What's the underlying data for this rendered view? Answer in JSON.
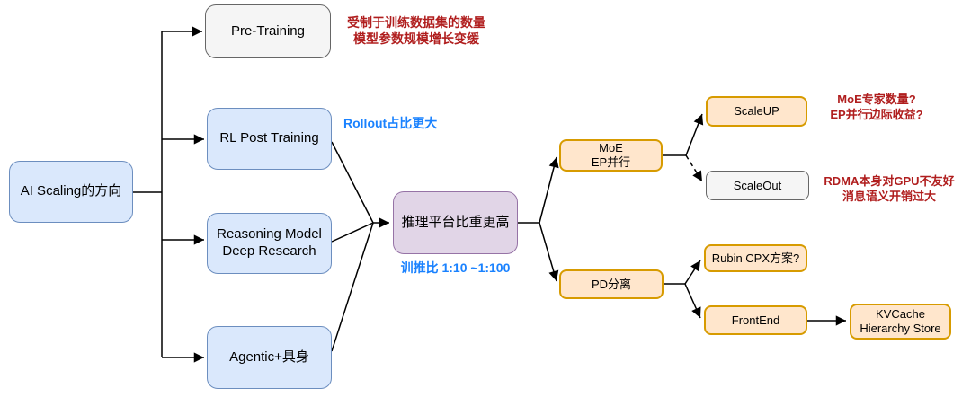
{
  "nodes": {
    "root": {
      "label": "AI Scaling的方向"
    },
    "pre_training": {
      "label": "Pre-Training"
    },
    "rl_post": {
      "label": "RL Post Training"
    },
    "reasoning": {
      "line1": "Reasoning Model",
      "line2": "Deep Research"
    },
    "agentic": {
      "label": "Agentic+具身"
    },
    "inference": {
      "label": "推理平台比重更高"
    },
    "moe": {
      "line1": "MoE",
      "line2": "EP并行"
    },
    "pd": {
      "label": "PD分离"
    },
    "scaleup": {
      "label": "ScaleUP"
    },
    "scaleout": {
      "label": "ScaleOut"
    },
    "rubin": {
      "label": "Rubin CPX方案?"
    },
    "frontend": {
      "label": "FrontEnd"
    },
    "kvcache": {
      "line1": "KVCache",
      "line2": "Hierarchy Store"
    }
  },
  "annotations": {
    "pretrain_note": {
      "line1": "受制于训练数据集的数量",
      "line2": "模型参数规模增长变缓"
    },
    "rollout_note": {
      "text": "Rollout占比更大"
    },
    "ratio_note": {
      "text": "训推比 1:10 ~1:100"
    },
    "moe_note": {
      "line1": "MoE专家数量?",
      "line2": "EP并行边际收益?"
    },
    "rdma_note": {
      "line1": "RDMA本身对GPU不友好",
      "line2": "消息语义开销过大"
    }
  },
  "colors": {
    "blue_fill": "#DAE8FC",
    "blue_stroke": "#6C8EBF",
    "gray_fill": "#F5F5F5",
    "gray_stroke": "#666666",
    "purple_fill": "#E1D5E7",
    "purple_stroke": "#9673A6",
    "orange_fill": "#FFE6CC",
    "orange_stroke": "#D79B00",
    "line": "#000000",
    "red_text": "#B01E1E",
    "blue_text": "#1A82FF"
  }
}
